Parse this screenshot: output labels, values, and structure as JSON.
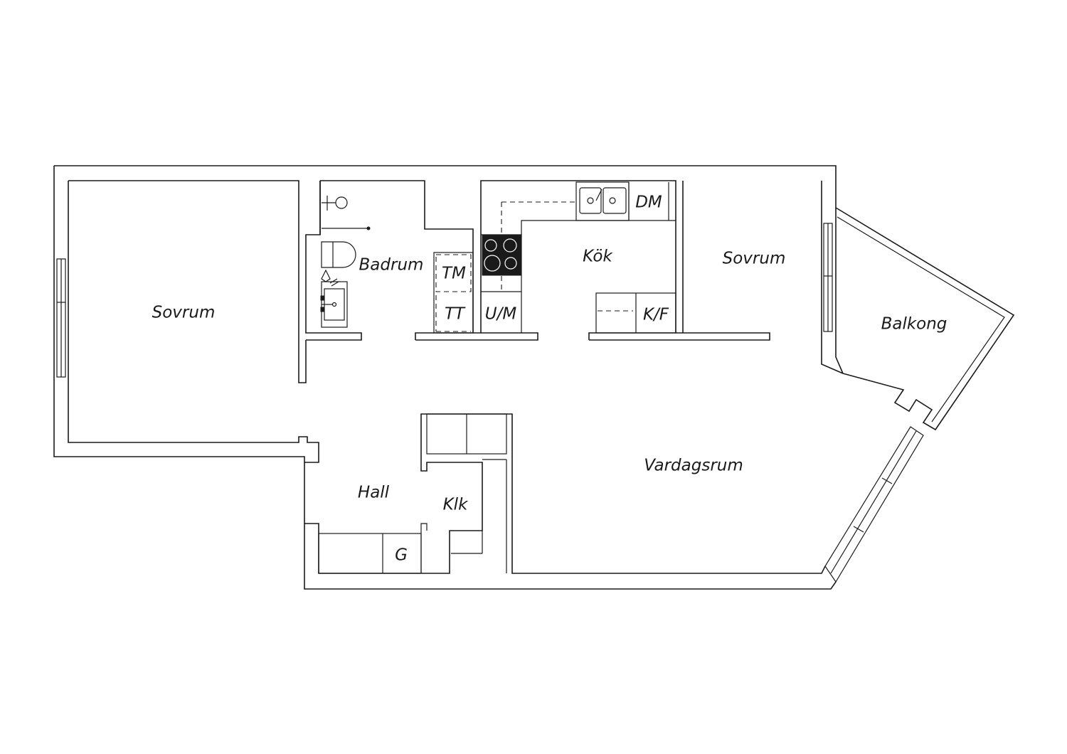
{
  "rooms": {
    "sovrum_left": "Sovrum",
    "badrum": "Badrum",
    "kok": "Kök",
    "sovrum_right": "Sovrum",
    "balkong": "Balkong",
    "vardagsrum": "Vardagsrum",
    "hall": "Hall",
    "klk": "Klk"
  },
  "appliances": {
    "tm": "TM",
    "tt": "TT",
    "um": "U/M",
    "dm": "DM",
    "kf": "K/F",
    "g": "G"
  },
  "colors": {
    "line": "#1a1a1a",
    "background": "#ffffff"
  }
}
